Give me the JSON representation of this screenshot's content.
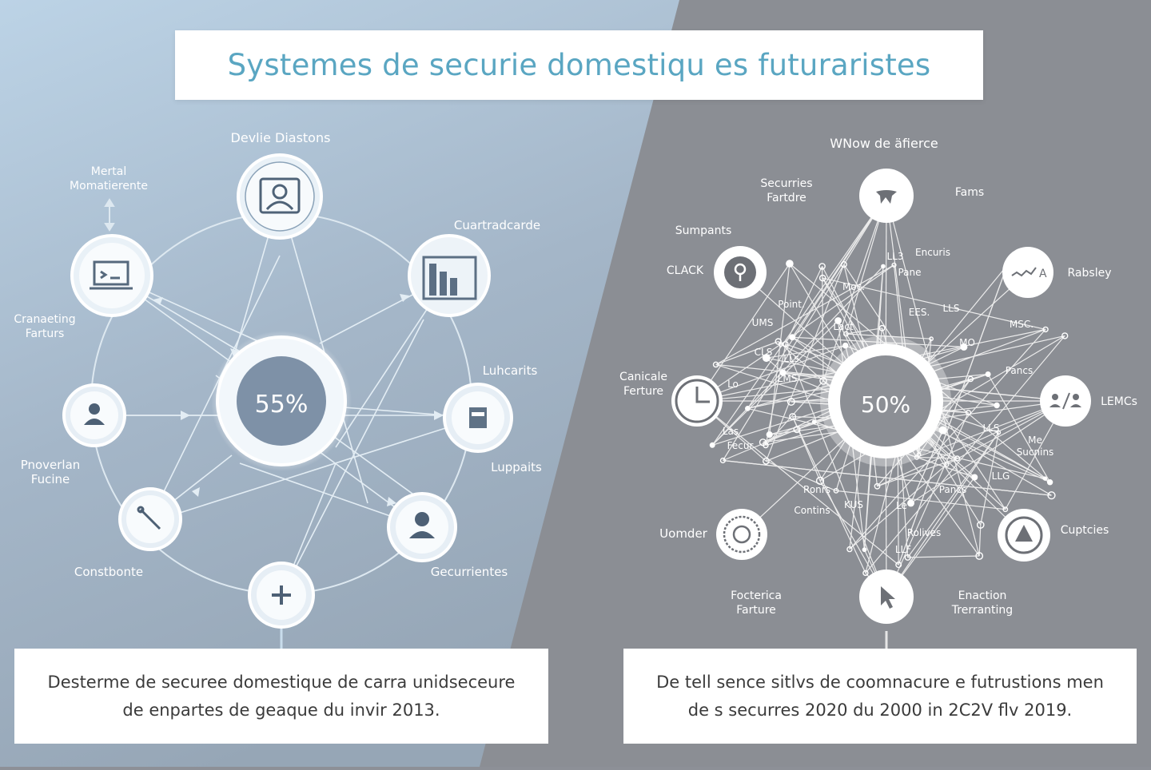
{
  "title": "Systemes de securie domestiqu es futuraristes",
  "left": {
    "top_label": "Devlie Diastons",
    "center_value": "55%",
    "nodes": [
      {
        "name": "node-person-top",
        "icon": "person-portrait-icon",
        "label": ""
      },
      {
        "name": "node-chart",
        "icon": "bar-chart-icon",
        "label": "Cuartradcarde"
      },
      {
        "name": "node-door",
        "icon": "door-panel-icon",
        "label_a": "Luhcarits",
        "label_b": "Luppaits"
      },
      {
        "name": "node-user-br",
        "icon": "user-icon",
        "label": "Gecurrientes"
      },
      {
        "name": "node-plus",
        "icon": "plus-icon",
        "label": ""
      },
      {
        "name": "node-tool",
        "icon": "wrench-icon",
        "label": "Constbonte"
      },
      {
        "name": "node-user-left",
        "icon": "user-icon",
        "label": "Pnoverlan\nFucine"
      },
      {
        "name": "node-laptop",
        "icon": "laptop-icon",
        "label_a": "Mertal\nMomatierente",
        "label_b": "Cranaeting\nFarturs"
      }
    ]
  },
  "right": {
    "top_label": "WNow de äfierce",
    "center_value": "50%",
    "nodes": [
      {
        "name": "node-bird",
        "icon": "bird-icon",
        "label_a": "Securries\nFartdre",
        "label_b": "Fams"
      },
      {
        "name": "node-wave",
        "icon": "wave-graph-icon",
        "label": "Rabsley"
      },
      {
        "name": "node-people",
        "icon": "people-icon",
        "label": "LEMCs"
      },
      {
        "name": "node-triangle",
        "icon": "triangle-icon",
        "label": "Cuptcies"
      },
      {
        "name": "node-cursor",
        "icon": "cursor-icon",
        "label_a": "Enaction\nTrerranting",
        "label_b": "Focterica\nFarture"
      },
      {
        "name": "node-globe",
        "icon": "globe-icon",
        "label": "Uomder"
      },
      {
        "name": "node-clock",
        "icon": "clock-icon",
        "label": "Canicale\nFerture"
      },
      {
        "name": "node-pin",
        "icon": "location-pin-icon",
        "label_a": "CLACK",
        "label_b": "Sumpants"
      }
    ],
    "tiny_labels": [
      "LL3",
      "Encuris",
      "Pane",
      "Moc.",
      "Point.",
      "UMS",
      "Lact",
      "EES.",
      "LLS",
      "MSC.",
      "MO",
      "Pancs",
      "CLS",
      "LLs",
      "Lo",
      "LMS",
      "Las",
      "Fecur",
      "LLS",
      "Me\nSucnins",
      "LLG",
      "Ronrs",
      "Contins",
      "KUS",
      "Le",
      "Pancs",
      "Rolives",
      "LLF"
    ]
  },
  "captions": {
    "left": "Desterme de securee domestique de carra unidseceure\nde enpartes de geaque du invir 2013.",
    "right": "De tell sence sitlvs de coomnacure e futrustions men\nde s securres 2020 du 2000 in 2C2V flv 2019."
  },
  "colors": {
    "title": "#5aa6c2",
    "left_bg_light": "#b6c9d9",
    "left_bg_dark": "#95a7ba",
    "right_bg": "#8c8f95",
    "line_left": "#dfeaf2",
    "line_right": "#f2f2f2",
    "center_left": "#7f93a8"
  }
}
